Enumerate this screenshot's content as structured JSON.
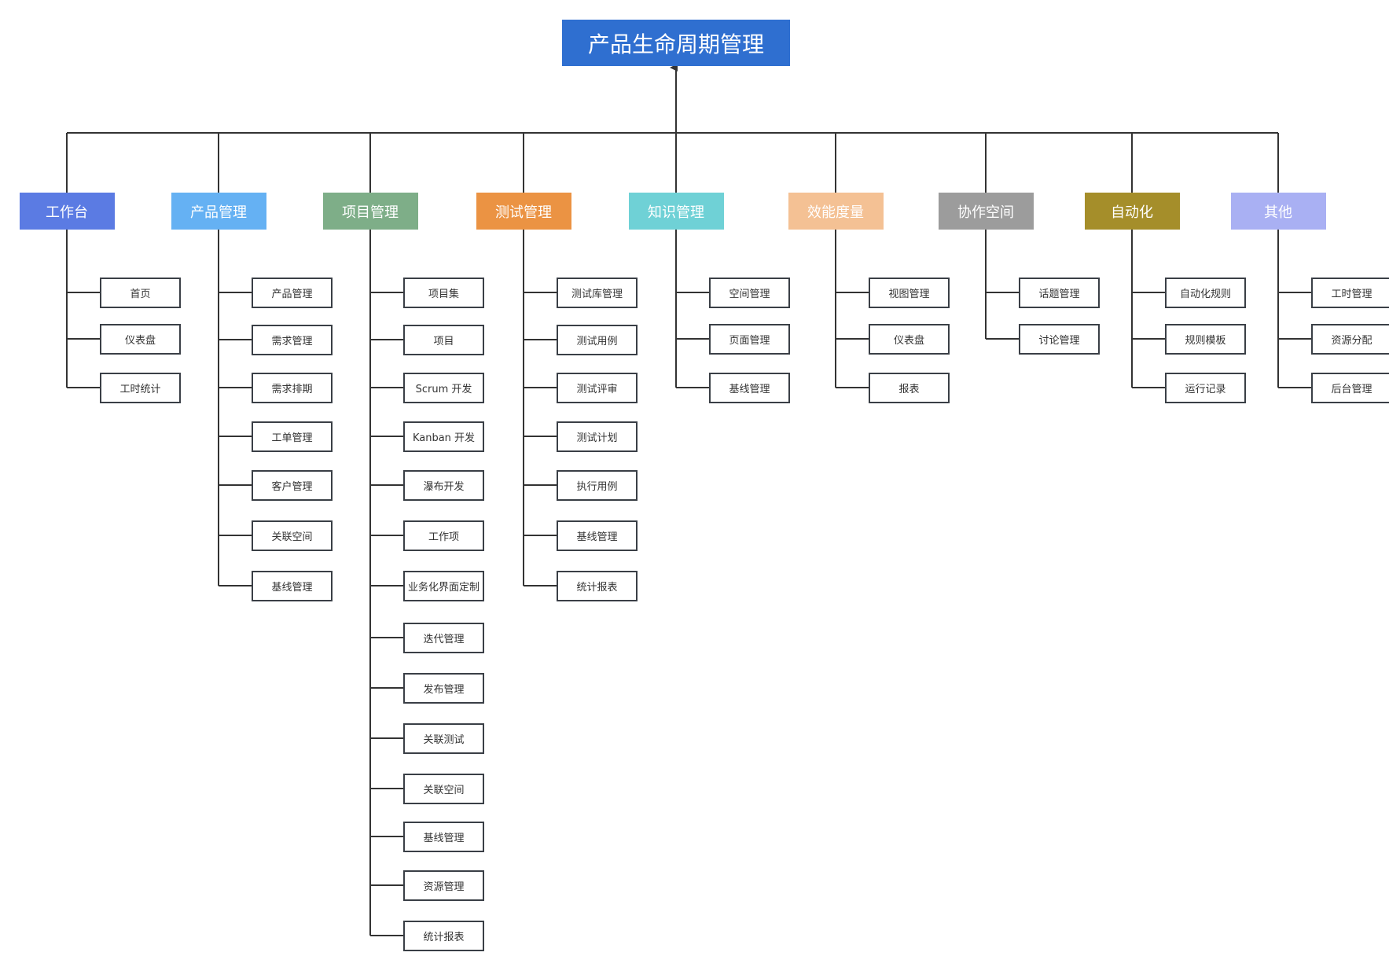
{
  "root": {
    "label": "产品生命周期管理",
    "color": "#2f6fd0"
  },
  "categories": [
    {
      "label": "工作台",
      "color": "#5b7be3",
      "items": [
        "首页",
        "仪表盘",
        "工时统计"
      ]
    },
    {
      "label": "产品管理",
      "color": "#65b1f3",
      "items": [
        "产品管理",
        "需求管理",
        "需求排期",
        "工单管理",
        "客户管理",
        "关联空间",
        "基线管理"
      ]
    },
    {
      "label": "项目管理",
      "color": "#7eae88",
      "items": [
        "项目集",
        "项目",
        "Scrum 开发",
        "Kanban 开发",
        "瀑布开发",
        "工作项",
        "业务化界面定制",
        "迭代管理",
        "发布管理",
        "关联测试",
        "关联空间",
        "基线管理",
        "资源管理",
        "统计报表"
      ]
    },
    {
      "label": "测试管理",
      "color": "#eb9343",
      "items": [
        "测试库管理",
        "测试用例",
        "测试评审",
        "测试计划",
        "执行用例",
        "基线管理",
        "统计报表"
      ]
    },
    {
      "label": "知识管理",
      "color": "#6fd1d6",
      "items": [
        "空间管理",
        "页面管理",
        "基线管理"
      ]
    },
    {
      "label": "效能度量",
      "color": "#f4c194",
      "items": [
        "视图管理",
        "仪表盘",
        "报表"
      ]
    },
    {
      "label": "协作空间",
      "color": "#9c9c9c",
      "items": [
        "话题管理",
        "讨论管理"
      ]
    },
    {
      "label": "自动化",
      "color": "#a58e2a",
      "items": [
        "自动化规则",
        "规则模板",
        "运行记录"
      ]
    },
    {
      "label": "其他",
      "color": "#a9b0f3",
      "items": [
        "工时管理",
        "资源分配",
        "后台管理"
      ]
    }
  ]
}
